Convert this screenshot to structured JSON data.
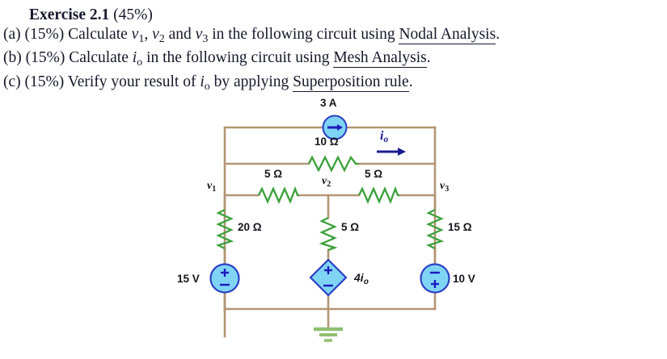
{
  "problem": {
    "title_bold": "Exercise 2.1",
    "title_rest": "(45%)",
    "parts": [
      {
        "tag": "(a)",
        "percent": "(15%)",
        "text_before": "Calculate",
        "vars": [
          "v1",
          "v2",
          "v3"
        ],
        "text_middle": "in the following circuit using",
        "underlined": "Nodal Analysis",
        "text_after": "."
      },
      {
        "tag": "(b)",
        "percent": "(15%)",
        "text_before": "Calculate",
        "vars": [
          "io"
        ],
        "text_middle": "in the following circuit using",
        "underlined": "Mesh Analysis",
        "text_after": "."
      },
      {
        "tag": "(c)",
        "percent": "(15%)",
        "text_before": "Verify your result of",
        "vars": [
          "io"
        ],
        "text_middle": "by applying",
        "underlined": "Superposition rule",
        "text_after": "."
      }
    ],
    "var_glyphs": {
      "v1": {
        "base": "v",
        "sub": "1"
      },
      "v2": {
        "base": "v",
        "sub": "2"
      },
      "v3": {
        "base": "v",
        "sub": "3"
      },
      "io": {
        "base": "i",
        "sub": "o"
      }
    },
    "connector_and": "and"
  },
  "circuit": {
    "title": "circuit-diagram",
    "colors": {
      "wire": "#b39574",
      "resistor": "#3aa03a",
      "source_fill": "#7fd4f5",
      "source_stroke": "#2b3fc4",
      "source_symbol": "#1b1bbb",
      "ground": "#8fbf72",
      "label_text": "#16161e",
      "current_arrow": "#1b1b8f",
      "node_text": "#16161e"
    },
    "components": {
      "current_source_3a": {
        "label": "3 A",
        "kind": "independent-current-source",
        "direction": "right"
      },
      "resistor_10ohm": {
        "label": "10 Ω",
        "orientation": "horizontal"
      },
      "resistor_5ohm_left": {
        "label": "5 Ω",
        "orientation": "horizontal"
      },
      "resistor_5ohm_right": {
        "label": "5 Ω",
        "orientation": "horizontal"
      },
      "resistor_20ohm": {
        "label": "20 Ω",
        "orientation": "vertical"
      },
      "resistor_5ohm_middle": {
        "label": "5 Ω",
        "orientation": "vertical"
      },
      "resistor_15ohm": {
        "label": "15 Ω",
        "orientation": "vertical"
      },
      "source_15v": {
        "label": "15 V",
        "kind": "independent-voltage-source",
        "plus_position": "top",
        "minus_position": "bottom"
      },
      "source_10v": {
        "label": "10 V",
        "kind": "independent-voltage-source",
        "plus_position": "bottom",
        "minus_position": "top"
      },
      "dependent_source": {
        "label_base": "4i",
        "label_sub": "o",
        "kind": "dependent-voltage-source",
        "plus_position": "top",
        "minus_position": "bottom"
      },
      "ground": {
        "label": "",
        "kind": "ground-symbol"
      }
    },
    "annotations": {
      "current_io": {
        "base": "i",
        "sub": "o",
        "direction": "right"
      },
      "node_v1": {
        "base": "v",
        "sub": "1"
      },
      "node_v2": {
        "base": "v",
        "sub": "2"
      },
      "node_v3": {
        "base": "v",
        "sub": "3"
      }
    }
  }
}
